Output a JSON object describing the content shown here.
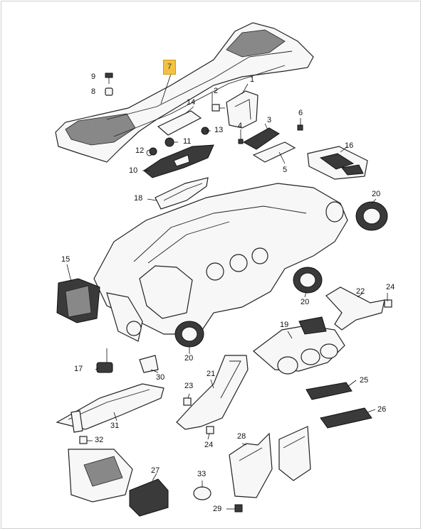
{
  "callouts": {
    "c1": "1",
    "c2": "2",
    "c3": "3",
    "c4": "4",
    "c5": "5",
    "c6": "6",
    "c7": "7",
    "c8": "8",
    "c9": "9",
    "c10": "10",
    "c11": "11",
    "c12": "12",
    "c13": "13",
    "c14": "14",
    "c15": "15",
    "c16": "16",
    "c17": "17",
    "c18": "18",
    "c19": "19",
    "c20a": "20",
    "c20b": "20",
    "c20c": "20",
    "c21": "21",
    "c22": "22",
    "c23": "23",
    "c24a": "24",
    "c24b": "24",
    "c25": "25",
    "c26": "26",
    "c27": "27",
    "c28": "28",
    "c29": "29",
    "c30": "30",
    "c31": "31",
    "c32": "32",
    "c33": "33"
  },
  "highlight": {
    "part": "7",
    "color": "#f3c242"
  }
}
